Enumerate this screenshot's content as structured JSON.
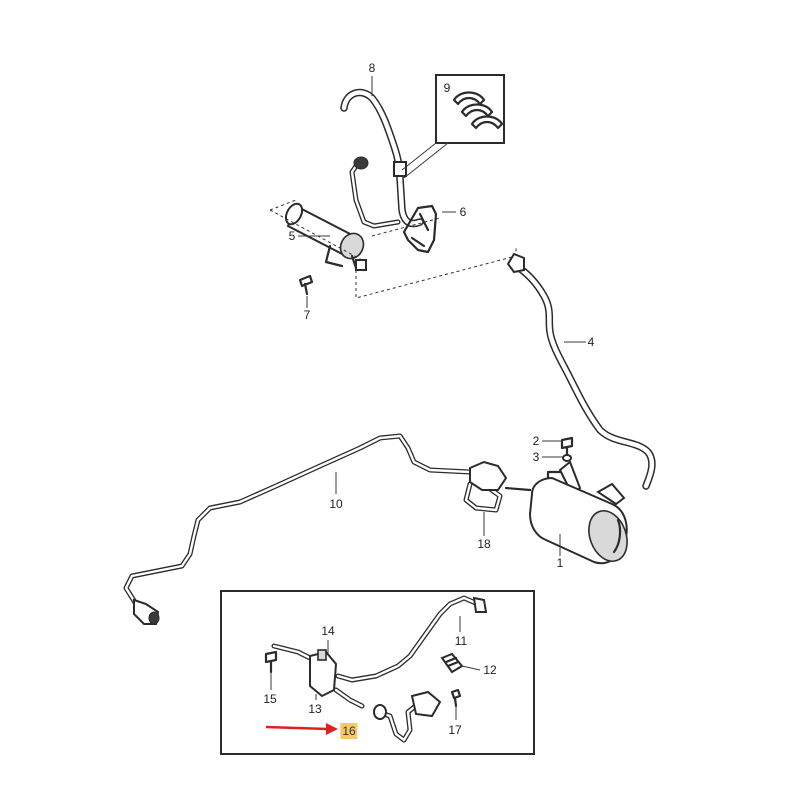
{
  "callouts": {
    "p1": "1",
    "p2": "2",
    "p3": "3",
    "p4": "4",
    "p5": "5",
    "p6": "6",
    "p7": "7",
    "p8": "8",
    "p9": "9",
    "p10": "10",
    "p11": "11",
    "p12": "12",
    "p13": "13",
    "p14": "14",
    "p15": "15",
    "p16": "16",
    "p17": "17",
    "p18": "18"
  },
  "highlight": {
    "part": "16",
    "color": "#f6c86a",
    "arrow_color": "#e02020"
  }
}
